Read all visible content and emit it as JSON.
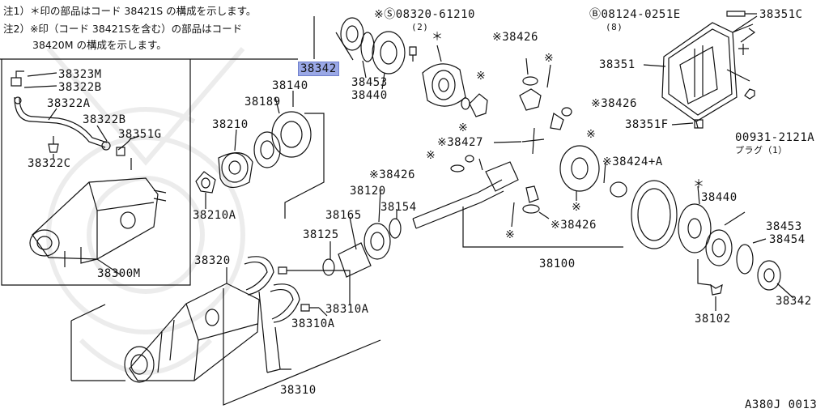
{
  "notes": {
    "line1": "注1）＊印の部品はコード 38421S の構成を示します。",
    "line2": "注2）※印（コード 38421Sを含む）の部品はコード",
    "line3": "38420M の構成を示します。"
  },
  "labels": {
    "p38323M": "38323M",
    "p38322B_a": "38322B",
    "p38322A": "38322A",
    "p38322B_b": "38322B",
    "p38351G": "38351G",
    "p38322C": "38322C",
    "p38300M": "38300M",
    "p38342_hl": "38342",
    "p38453_l": "38453",
    "p38440_l": "38440",
    "star1": "＊",
    "p08320": "※Ⓢ08320-61210",
    "q2": "(2)",
    "p38426_a": "※38426",
    "p08124": "Ⓑ08124-0251E",
    "q8": "(8)",
    "p38351C": "38351C",
    "p38351": "38351",
    "p38140": "38140",
    "p38189": "38189",
    "p38210": "38210",
    "p38426_b": "※38426",
    "p38351F": "38351F",
    "p00931": "00931-2121A",
    "plug": "プラグ（1）",
    "p38427": "※38427",
    "p38424": "※38424+A",
    "p38426_c": "※38426",
    "p38120": "38120",
    "p38154": "38154",
    "p38165": "38165",
    "p38125": "38125",
    "p38210A": "38210A",
    "p38426_d": "※38426",
    "star2": "＊",
    "p38440_r": "38440",
    "p38453_r": "38453",
    "p38454": "38454",
    "p38100": "38100",
    "p38320": "38320",
    "p38310A_a": "38310A",
    "p38310A_b": "38310A",
    "p38342_r": "38342",
    "p38102": "38102",
    "p38310": "38310",
    "code": "A380J 0013",
    "km1": "※",
    "km2": "※",
    "km3": "※",
    "km4": "※",
    "km5": "※",
    "km6": "※",
    "km7": "※",
    "km8": "※"
  }
}
